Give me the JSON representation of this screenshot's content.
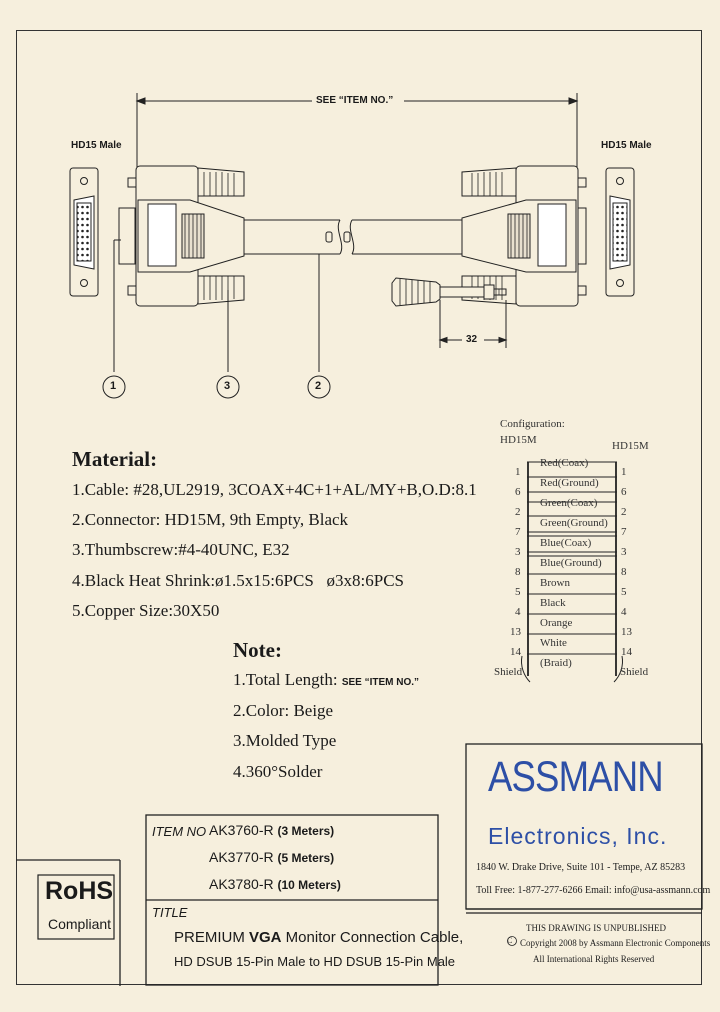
{
  "connectors": {
    "left_label": "HD15 Male",
    "right_label": "HD15 Male"
  },
  "dimension": {
    "length_label": "SEE “ITEM NO.”",
    "plug_length": "32"
  },
  "callouts": [
    "1",
    "3",
    "2"
  ],
  "material": {
    "title": "Material:",
    "items": [
      "1.Cable: #28,UL2919, 3COAX+4C+1+AL/MY+B,O.D:8.1",
      "2.Connector: HD15M, 9th Empty, Black",
      "3.Thumbscrew:#4-40UNC, E32",
      "4.Black Heat Shrink:ø1.5x15:6PCS   ø3x8:6PCS",
      "5.Copper Size:30X50"
    ]
  },
  "note": {
    "title": "Note:",
    "items": [
      {
        "text": "1.Total Length: ",
        "extra": "SEE “ITEM NO.”"
      },
      {
        "text": "2.Color: Beige",
        "extra": ""
      },
      {
        "text": "3.Molded Type",
        "extra": ""
      },
      {
        "text": "4.360°Solder",
        "extra": ""
      }
    ]
  },
  "configuration": {
    "title": "Configuration:",
    "left_header": "HD15M",
    "right_header": "HD15M",
    "rows": [
      {
        "left": "1",
        "wire": "Red(Coax)",
        "right": "1"
      },
      {
        "left": "6",
        "wire": "Red(Ground)",
        "right": "6"
      },
      {
        "left": "2",
        "wire": "Green(Coax)",
        "right": "2"
      },
      {
        "left": "7",
        "wire": "Green(Ground)",
        "right": "7"
      },
      {
        "left": "3",
        "wire": "Blue(Coax)",
        "right": "3"
      },
      {
        "left": "8",
        "wire": "Blue(Ground)",
        "right": "8"
      },
      {
        "left": "5",
        "wire": "Brown",
        "right": "5"
      },
      {
        "left": "4",
        "wire": "Black",
        "right": "4"
      },
      {
        "left": "13",
        "wire": "Orange",
        "right": "13"
      },
      {
        "left": "14",
        "wire": "White",
        "right": "14"
      },
      {
        "left": "Shield",
        "wire": "(Braid)",
        "right": "Shield"
      }
    ]
  },
  "company": {
    "name": "ASSMANN",
    "subtitle": "Electronics, Inc.",
    "address": "1840 W. Drake Drive, Suite 101 - Tempe, AZ 85283",
    "contact": "Toll Free: 1-877-277-6266   Email: info@usa-assmann.com",
    "unpublished": "THIS DRAWING IS UNPUBLISHED",
    "copyright": "Copyright 2008 by Assmann Electronic Components",
    "rights": "All International Rights Reserved",
    "brand_color": "#2d4fa6"
  },
  "item_block": {
    "label": "ITEM NO",
    "items": [
      {
        "code": "AK3760-R",
        "len": "(3 Meters)"
      },
      {
        "code": "AK3770-R",
        "len": "(5 Meters)"
      },
      {
        "code": "AK3780-R",
        "len": "(10 Meters)"
      }
    ],
    "title_label": "TITLE",
    "title_line1_pre": "PREMIUM ",
    "title_line1_bold": "VGA",
    "title_line1_post": " Monitor Connection Cable,",
    "title_line2": "HD DSUB 15-Pin Male to HD DSUB 15-Pin Male"
  },
  "rohs": {
    "title": "RoHS",
    "subtitle": "Compliant"
  }
}
